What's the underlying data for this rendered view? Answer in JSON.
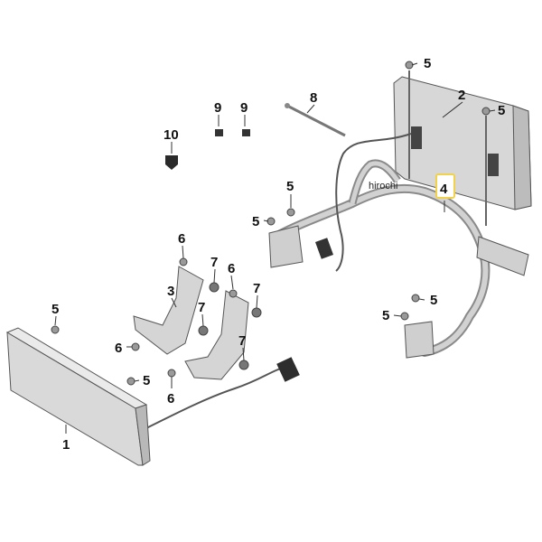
{
  "callouts": {
    "c1": "1",
    "c2": "2",
    "c3": "3",
    "c4": "4",
    "c5a": "5",
    "c5b": "5",
    "c5c": "5",
    "c5d": "5",
    "c5e": "5",
    "c5f": "5",
    "c5g": "5",
    "c5h": "5",
    "c6a": "6",
    "c6b": "6",
    "c6c": "6",
    "c6d": "6",
    "c7a": "7",
    "c7b": "7",
    "c7c": "7",
    "c7d": "7",
    "c8": "8",
    "c9a": "9",
    "c9b": "9",
    "c10": "10"
  },
  "watermark": "hirochi",
  "colors": {
    "highlight": "#f2d24a",
    "part_fill": "#d7d7d7",
    "part_shade": "#b9b9b9",
    "outline": "#555555"
  }
}
